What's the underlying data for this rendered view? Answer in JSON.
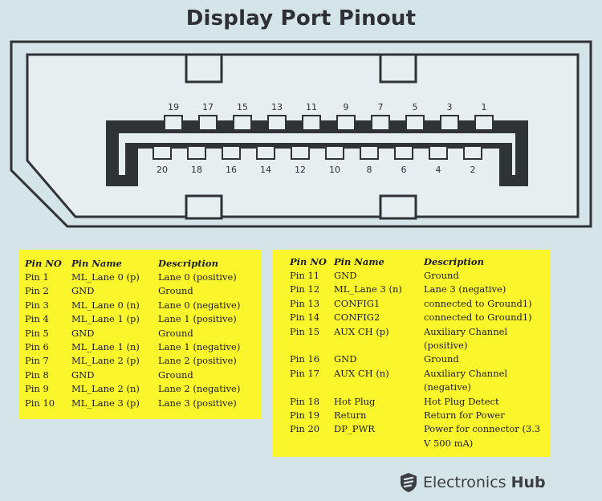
{
  "title": "Display Port Pinout",
  "diagram": {
    "top_pins": [
      "19",
      "17",
      "15",
      "13",
      "11",
      "9",
      "7",
      "5",
      "3",
      "1"
    ],
    "bottom_pins": [
      "20",
      "18",
      "16",
      "14",
      "12",
      "10",
      "8",
      "6",
      "4",
      "2"
    ],
    "colors": {
      "outline": "#2f3336",
      "body_fill": "#e6eef0",
      "background": "#d4e4e8"
    }
  },
  "table_headers": {
    "pin": "Pin NO",
    "name": "Pin Name",
    "description": "Description"
  },
  "pins_left": [
    {
      "pin": "Pin 1",
      "name": "ML_Lane 0 (p)",
      "desc": "Lane 0 (positive)"
    },
    {
      "pin": "Pin 2",
      "name": "GND",
      "desc": "Ground"
    },
    {
      "pin": "Pin 3",
      "name": "ML_Lane 0 (n)",
      "desc": "Lane 0 (negative)"
    },
    {
      "pin": "Pin 4",
      "name": "ML_Lane 1 (p)",
      "desc": "Lane 1 (positive)"
    },
    {
      "pin": "Pin 5",
      "name": "GND",
      "desc": "Ground"
    },
    {
      "pin": "Pin 6",
      "name": "ML_Lane 1 (n)",
      "desc": "Lane 1 (negative)"
    },
    {
      "pin": "Pin 7",
      "name": "ML_Lane 2 (p)",
      "desc": "Lane 2 (positive)"
    },
    {
      "pin": "Pin 8",
      "name": "GND",
      "desc": "Ground"
    },
    {
      "pin": "Pin 9",
      "name": "ML_Lane 2 (n)",
      "desc": "Lane 2 (negative)"
    },
    {
      "pin": "Pin 10",
      "name": "ML_Lane 3 (p)",
      "desc": "Lane 3 (positive)"
    }
  ],
  "pins_right": [
    {
      "pin": "Pin 11",
      "name": "GND",
      "desc": "Ground"
    },
    {
      "pin": "Pin 12",
      "name": "ML_Lane 3 (n)",
      "desc": "Lane 3 (negative)"
    },
    {
      "pin": "Pin 13",
      "name": "CONFIG1",
      "desc": "connected to Ground1)"
    },
    {
      "pin": "Pin 14",
      "name": "CONFIG2",
      "desc": "connected to Ground1)"
    },
    {
      "pin": "Pin 15",
      "name": "AUX CH (p)",
      "desc": "Auxiliary Channel (positive)"
    },
    {
      "pin": "Pin 16",
      "name": "GND",
      "desc": "Ground"
    },
    {
      "pin": "Pin 17",
      "name": "AUX CH (n)",
      "desc": "Auxiliary Channel (negative)"
    },
    {
      "pin": "Pin 18",
      "name": "Hot Plug",
      "desc": "Hot Plug Detect"
    },
    {
      "pin": "Pin 19",
      "name": "Return",
      "desc": "Return for Power"
    },
    {
      "pin": "Pin 20",
      "name": "DP_PWR",
      "desc": "Power for connector (3.3 V 500 mA)"
    }
  ],
  "brand": {
    "name": "Electronics",
    "suffix": "Hub",
    "logo_icon": "shield-logo-icon"
  }
}
